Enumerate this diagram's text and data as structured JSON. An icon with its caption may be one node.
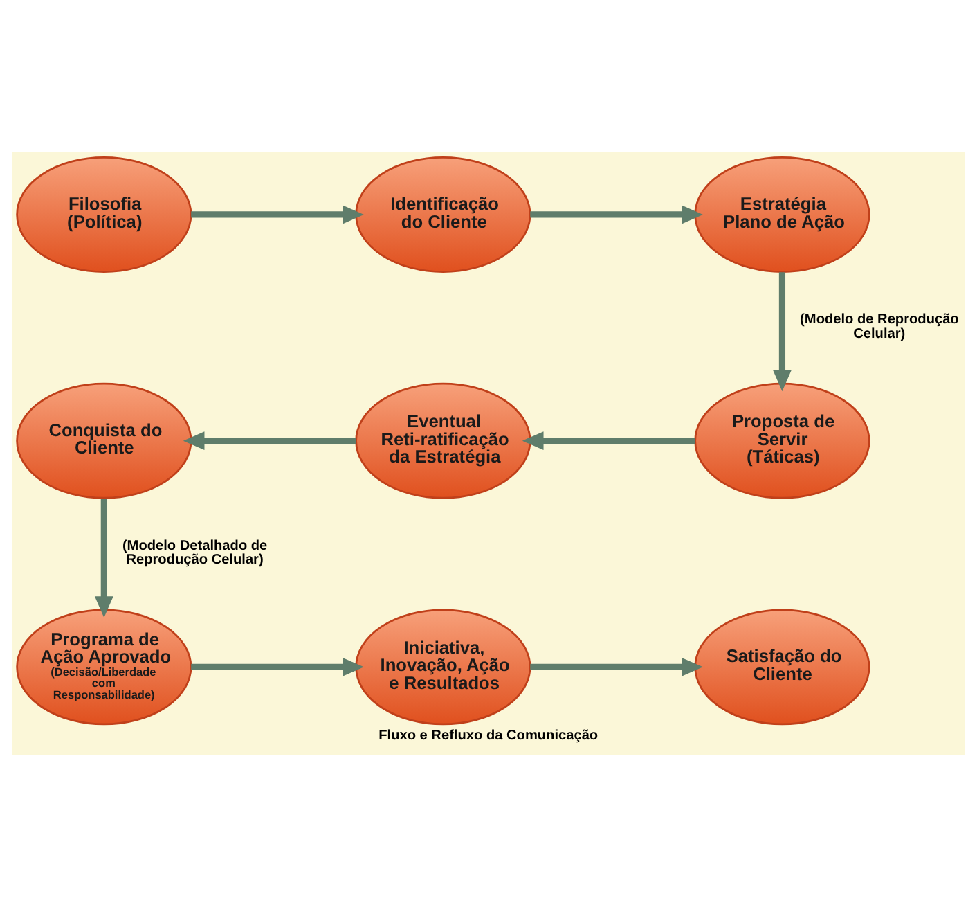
{
  "diagram": {
    "caption": "Fluxo e Refluxo da Comunicação",
    "nodes": [
      {
        "text": [
          "Filosofia (Política)"
        ]
      },
      {
        "text": [
          "Identificação do Cliente"
        ]
      },
      {
        "text": [
          "Estratégia Plano de Ação"
        ]
      },
      {
        "text": [
          "Conquista do Cliente"
        ]
      },
      {
        "text": [
          "Eventual Reti-ratificação da Estratégia"
        ]
      },
      {
        "text": [
          "Proposta de Servir (Táticas)"
        ]
      },
      {
        "text": [
          "Programa de Ação Aprovado",
          "(Decisão/Liberdade com Responsabilidade)"
        ]
      },
      {
        "text": [
          "Iniciativa, Inovação, Ação e Resultados"
        ]
      },
      {
        "text": [
          "Satisfação do Cliente"
        ]
      }
    ],
    "edges": [
      {
        "from": 0,
        "to": 1,
        "arrow": "to"
      },
      {
        "from": 1,
        "to": 2,
        "arrow": "to"
      },
      {
        "from": 2,
        "to": 5,
        "arrow": "to",
        "label": "(Modelo de Reprodução Celular)"
      },
      {
        "from": 5,
        "to": 4,
        "arrow": "to"
      },
      {
        "from": 4,
        "to": 3,
        "arrow": "to"
      },
      {
        "from": 3,
        "to": 6,
        "arrow": "to",
        "label": "(Modelo Detalhado de Reprodução Celular)"
      },
      {
        "from": 6,
        "to": 7,
        "arrow": "to"
      },
      {
        "from": 7,
        "to": 8,
        "arrow": "to"
      }
    ]
  }
}
